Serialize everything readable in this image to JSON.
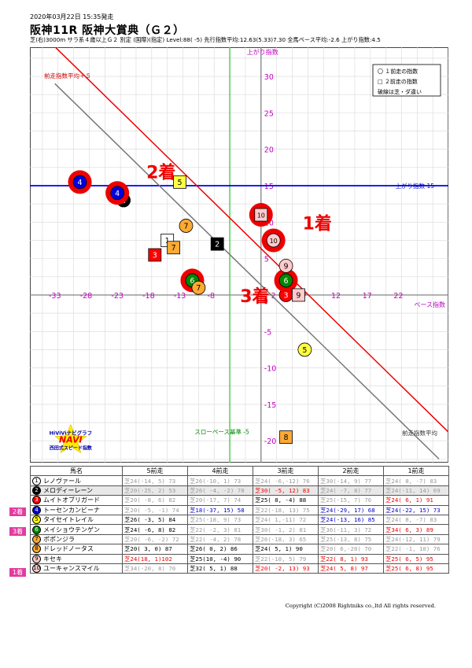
{
  "header": {
    "datetime": "2020年03月22日 15:35発走",
    "title": "阪神11R 阪神大賞典（Ｇ２）",
    "info": "芝(右)3000m サラ系４歳以上Ｇ２ 別定 (国際)(指定) Level:88( -5)  先行指数平均:12.63(5.33)7.30 全馬ペース平均:-2.6   上がり指数:4.5"
  },
  "chart_data": {
    "type": "scatter",
    "xlabel": "ペース指数",
    "ylabel": "上がり指数",
    "xlim": [
      -37,
      30
    ],
    "ylim": [
      -23,
      34
    ],
    "xticks": [
      -33,
      -28,
      -23,
      -18,
      -13,
      -8,
      2,
      7,
      12,
      17,
      22
    ],
    "yticks": [
      30,
      25,
      20,
      15,
      10,
      5,
      0,
      -5,
      -10,
      -15,
      -20
    ],
    "legend": [
      "〇 １前走の指数",
      "□ ２前走の指数",
      "破線は芝・ダ違い"
    ],
    "lines": {
      "agari": {
        "value": 15,
        "label": "上がり指数 15"
      },
      "slow": {
        "value": -5,
        "label": "スローペース基準 -5"
      },
      "avg": {
        "label": "前走指数平均"
      },
      "avg5": {
        "label": "前走指数平均＋５"
      }
    },
    "series": [
      {
        "num": "1",
        "shape": "square",
        "x": -15,
        "y": 7.5,
        "fill": "#ffffff",
        "text": "#000000"
      },
      {
        "num": "2",
        "shape": "circle",
        "x": -22,
        "y": 13,
        "fill": "#000000",
        "text": "#ffffff"
      },
      {
        "num": "2",
        "shape": "square",
        "x": -7,
        "y": 7,
        "fill": "#000000",
        "text": "#ffffff"
      },
      {
        "num": "3",
        "shape": "square",
        "x": -17,
        "y": 5.5,
        "fill": "#ff0000",
        "text": "#ffffff"
      },
      {
        "num": "3",
        "shape": "circle",
        "x": 4,
        "y": 0,
        "fill": "#ff0000",
        "text": "#ffffff"
      },
      {
        "num": "4",
        "shape": "circle",
        "x": -29,
        "y": 15.5,
        "fill": "#0000dd",
        "text": "#ffffff",
        "ring": true
      },
      {
        "num": "4",
        "shape": "circle",
        "x": -23,
        "y": 14,
        "fill": "#0000dd",
        "text": "#ffffff",
        "ring": true
      },
      {
        "num": "5",
        "shape": "square",
        "x": -13,
        "y": 15.5,
        "fill": "#ffff44",
        "text": "#000000"
      },
      {
        "num": "5",
        "shape": "circle",
        "x": 7,
        "y": -7.5,
        "fill": "#ffff44",
        "text": "#000000"
      },
      {
        "num": "6",
        "shape": "circle",
        "x": -11,
        "y": 2,
        "fill": "#008800",
        "text": "#ffffff",
        "ring": true
      },
      {
        "num": "6",
        "shape": "circle",
        "x": 4,
        "y": 2,
        "fill": "#008800",
        "text": "#ffffff",
        "ring": true
      },
      {
        "num": "7",
        "shape": "circle",
        "x": -12,
        "y": 9.5,
        "fill": "#ffaa33",
        "text": "#000000"
      },
      {
        "num": "7",
        "shape": "circle",
        "x": -10,
        "y": 1,
        "fill": "#ffaa33",
        "text": "#000000"
      },
      {
        "num": "7",
        "shape": "square",
        "x": -14,
        "y": 6.5,
        "fill": "#ffaa33",
        "text": "#000000"
      },
      {
        "num": "8",
        "shape": "square",
        "x": 4,
        "y": -19.5,
        "fill": "#ffaa33",
        "text": "#000000"
      },
      {
        "num": "9",
        "shape": "circle",
        "x": 4,
        "y": 4,
        "fill": "#ffcccc",
        "text": "#000000"
      },
      {
        "num": "9",
        "shape": "square",
        "x": 6,
        "y": 0,
        "fill": "#ffcccc",
        "text": "#000000"
      },
      {
        "num": "10",
        "shape": "square",
        "x": 0,
        "y": 11,
        "fill": "#ffcccc",
        "text": "#000000",
        "ring": true
      },
      {
        "num": "10",
        "shape": "circle",
        "x": 2,
        "y": 7.5,
        "fill": "#ffcccc",
        "text": "#000000",
        "ring": true
      }
    ],
    "annotations": [
      {
        "text": "2着",
        "x": -16,
        "y": 16
      },
      {
        "text": "1着",
        "x": 9,
        "y": 9
      },
      {
        "text": "3着",
        "x": -1,
        "y": -1
      }
    ],
    "logo": {
      "line1": "HiViViナビグラフ",
      "line2": "NAVI",
      "line3": "西田式スピード指数"
    }
  },
  "table": {
    "headers": [
      "馬名",
      "5前走",
      "4前走",
      "3前走",
      "2前走",
      "1前走"
    ],
    "rows": [
      {
        "num": "1",
        "name": "レノヴァール",
        "c": [
          "芝24(-14, 5) 73",
          "芝26(-10, 1) 73",
          "芝24( -6,-12) 76",
          "芝30(-14, 9) 77",
          "芝24( 8, -7) 83"
        ],
        "s": [
          "",
          "",
          "",
          "",
          ""
        ]
      },
      {
        "num": "2",
        "name": "メロディーレーン",
        "c": [
          "芝20(-25, 2) 53",
          "芝26( -4, -2) 70",
          "芝30( -5, 12) 83",
          "芝24( -7, 8) 77",
          "芝24(-11, 14) 69"
        ],
        "s": [
          "",
          "",
          "hl",
          "",
          ""
        ],
        "shade": true
      },
      {
        "num": "3",
        "name": "ムイトオブリガード",
        "c": [
          "芝20( -8, 6) 82",
          "芝20(-17, 7) 74",
          "芝25( 8, -4) 88",
          "芝25(-15, 7) 76",
          "芝24( 6, 1) 91"
        ],
        "s": [
          "",
          "",
          "hk",
          "",
          "hl"
        ]
      },
      {
        "num": "4",
        "name": "トーセンカンビーナ",
        "c": [
          "芝20( -5, -1) 74",
          "芝18(-37, 15) 58",
          "芝22(-18, 13) 75",
          "芝24(-29, 17) 68",
          "芝24(-22, 15) 73"
        ],
        "s": [
          "",
          "hb",
          "",
          "hb",
          "hb"
        ],
        "place": "2着"
      },
      {
        "num": "5",
        "name": "タイセイトレイル",
        "c": [
          "芝26( -3, 5) 84",
          "芝25(-18, 9) 73",
          "芝24( 1,-11) 72",
          "芝24(-13, 16) 85",
          "芝24( 8, -7) 83"
        ],
        "s": [
          "hk",
          "",
          "",
          "hb",
          ""
        ]
      },
      {
        "num": "6",
        "name": "メイショウテンゲン",
        "c": [
          "芝24( -6, 8) 82",
          "芝22( -2, 3) 81",
          "芝30( -1, 2) 81",
          "芝36(-11, 3) 72",
          "芝34( 6, 3) 89"
        ],
        "s": [
          "hk",
          "",
          "",
          "",
          "hl"
        ],
        "place": "3着"
      },
      {
        "num": "7",
        "name": "ポポンジラ",
        "c": [
          "芝20( -6, -2) 72",
          "芝22( -4, 2) 78",
          "芝26(-18, 3) 65",
          "芝25(-13, 8) 75",
          "芝24(-12, 11) 79"
        ],
        "s": [
          "",
          "",
          "",
          "",
          ""
        ]
      },
      {
        "num": "8",
        "name": "ドレッドノータス",
        "c": [
          "芝20( 3, 0) 87",
          "芝26( 0, 2) 86",
          "芝24( 5, 1) 90",
          "芝20( 6,-20) 70",
          "芝22( -1, 10) 76"
        ],
        "s": [
          "hk",
          "hk",
          "hk",
          "",
          ""
        ]
      },
      {
        "num": "9",
        "name": "キセキ",
        "c": [
          "芝24(18, 1)102",
          "芝25(10, -4) 90",
          "芝22(-10, 5) 79",
          "芝22( 8, 1) 93",
          "芝25( 6, 5) 95"
        ],
        "s": [
          "hl",
          "hk",
          "",
          "hl",
          "hl"
        ]
      },
      {
        "num": "10",
        "name": "ユーキャンスマイル",
        "c": [
          "芝34(-20, 8) 70",
          "芝32( 5, 1) 88",
          "芝20( -2, 13) 93",
          "芝24( 5, 8) 97",
          "芝25( 6, 8) 95"
        ],
        "s": [
          "",
          "hk",
          "hl",
          "hl",
          "hl"
        ],
        "place": "1着"
      }
    ]
  },
  "copyright": "Copyright (C)2008 Rightniks co.,ltd All rights reserved."
}
